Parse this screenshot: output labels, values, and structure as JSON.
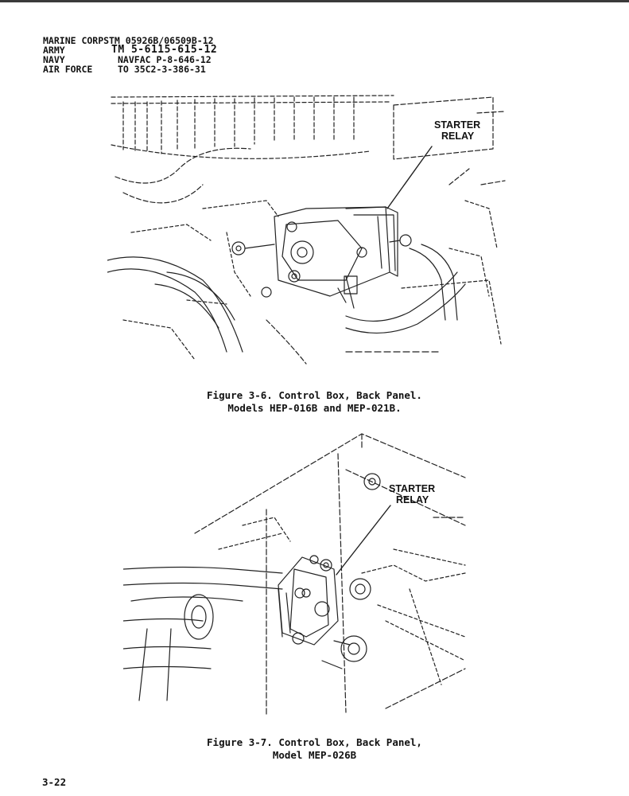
{
  "header": {
    "rows": [
      {
        "service": "MARINE CORPS",
        "code": "TM 05926B/06509B-12"
      },
      {
        "service": "ARMY",
        "code": "TM 5-6115-615-12"
      },
      {
        "service": "NAVY",
        "code": "NAVFAC P-8-646-12"
      },
      {
        "service": "AIR FORCE",
        "code": "TO 35C2-3-386-31"
      }
    ]
  },
  "figure1": {
    "callout_line1": "STARTER",
    "callout_line2": "RELAY",
    "caption_line1": "Figure 3-6.  Control Box, Back Panel.",
    "caption_line2": "Models HEP-016B and MEP-021B."
  },
  "figure2": {
    "callout_line1": "STARTER",
    "callout_line2": "RELAY",
    "caption_line1": "Figure 3-7. Control Box, Back Panel,",
    "caption_line2": "Model MEP-026B"
  },
  "footer": {
    "page_number": "3-22"
  }
}
